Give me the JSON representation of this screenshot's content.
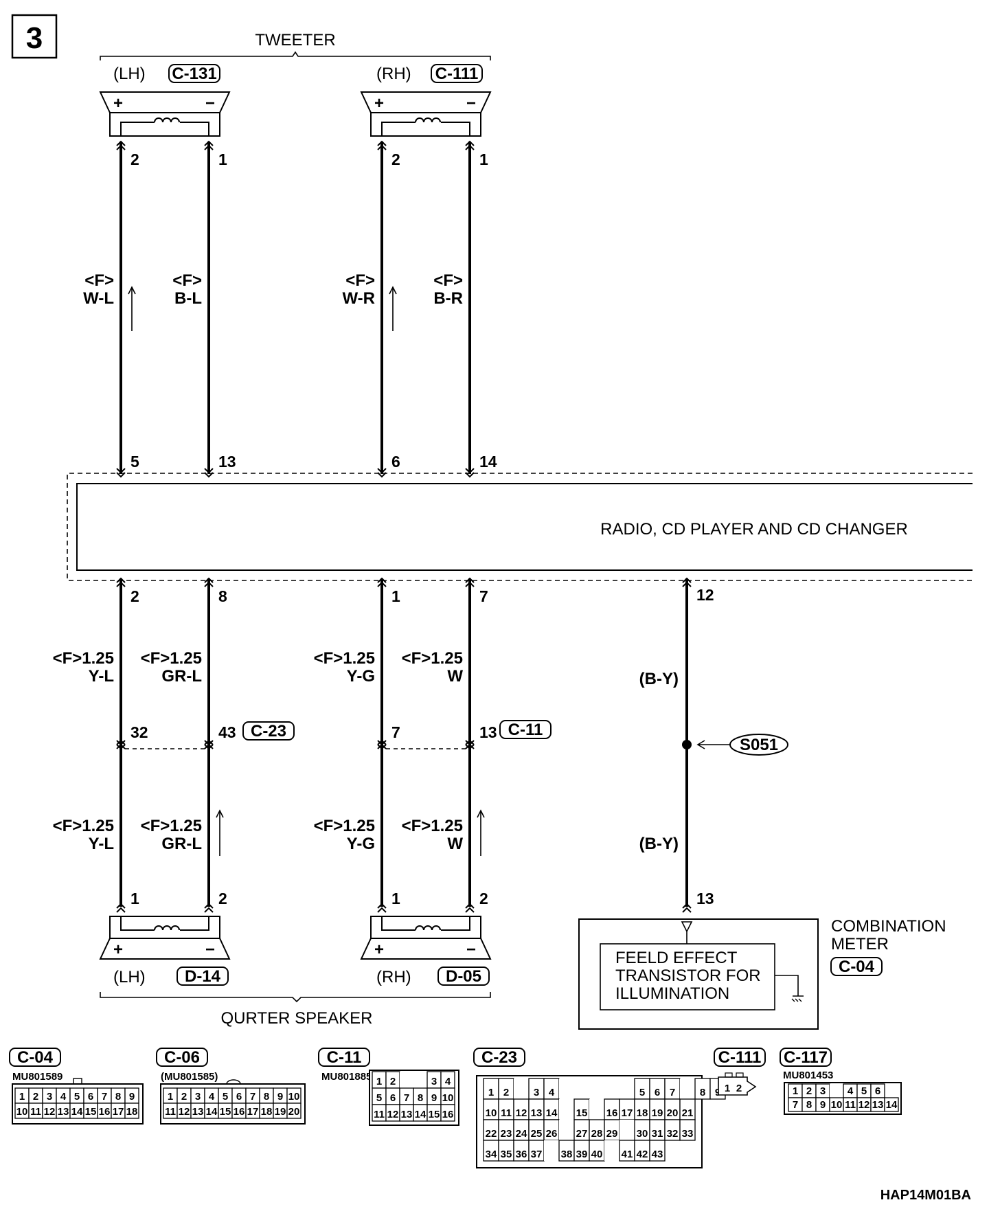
{
  "page": {
    "sheet_number": "3",
    "diagram_code": "HAP14M01BA"
  },
  "tweeter": {
    "title": "TWEETER",
    "lh": {
      "side": "(LH)",
      "connector": "C-131",
      "plus": "+",
      "minus": "−",
      "pin_plus": "2",
      "pin_minus": "1"
    },
    "rh": {
      "side": "(RH)",
      "connector": "C-111",
      "plus": "+",
      "minus": "−",
      "pin_plus": "2",
      "pin_minus": "1"
    }
  },
  "quarter_speaker": {
    "title": "QURTER SPEAKER",
    "lh": {
      "side": "(LH)",
      "connector": "D-14",
      "plus": "+",
      "minus": "−",
      "pin_plus": "1",
      "pin_minus": "2"
    },
    "rh": {
      "side": "(RH)",
      "connector": "D-05",
      "plus": "+",
      "minus": "−",
      "pin_plus": "1",
      "pin_minus": "2"
    }
  },
  "radio": {
    "label": "RADIO, CD PLAYER AND CD CHANGER",
    "top_pins": [
      "5",
      "13",
      "6",
      "14"
    ],
    "bottom_pins": [
      "2",
      "8",
      "1",
      "7",
      "12"
    ]
  },
  "upper_wires": [
    {
      "tag": "<F>",
      "color": "W-L"
    },
    {
      "tag": "<F>",
      "color": "B-L"
    },
    {
      "tag": "<F>",
      "color": "W-R"
    },
    {
      "tag": "<F>",
      "color": "B-R"
    }
  ],
  "lower_wires_top": [
    {
      "spec": "<F>1.25",
      "color": "Y-L"
    },
    {
      "spec": "<F>1.25",
      "color": "GR-L"
    },
    {
      "spec": "<F>1.25",
      "color": "Y-G"
    },
    {
      "spec": "<F>1.25",
      "color": "W"
    }
  ],
  "lower_wires_bottom": [
    {
      "spec": "<F>1.25",
      "color": "Y-L"
    },
    {
      "spec": "<F>1.25",
      "color": "GR-L"
    },
    {
      "spec": "<F>1.25",
      "color": "Y-G"
    },
    {
      "spec": "<F>1.25",
      "color": "W"
    }
  ],
  "intermediate_connectors": {
    "left": {
      "pins": [
        "32",
        "43"
      ],
      "connector": "C-23"
    },
    "right": {
      "pins": [
        "7",
        "13"
      ],
      "connector": "C-11"
    }
  },
  "illumination": {
    "wire_color_top": "(B-Y)",
    "wire_color_bottom": "(B-Y)",
    "splice": "S051",
    "meter_pin": "13",
    "meter_title": [
      "COMBINATION",
      "METER"
    ],
    "meter_connector": "C-04",
    "component_text": [
      "FEELD EFFECT",
      "TRANSISTOR FOR",
      "ILLUMINATION"
    ]
  },
  "connector_views": {
    "c04": {
      "label": "C-04",
      "part": "MU801589",
      "rows": [
        [
          "1",
          "2",
          "3",
          "4",
          "5",
          "6",
          "7",
          "8",
          "9"
        ],
        [
          "10",
          "11",
          "12",
          "13",
          "14",
          "15",
          "16",
          "17",
          "18"
        ]
      ]
    },
    "c06": {
      "label": "C-06",
      "part": "(MU801585)",
      "rows": [
        [
          "1",
          "2",
          "3",
          "4",
          "5",
          "6",
          "7",
          "8",
          "9",
          "10"
        ],
        [
          "11",
          "12",
          "13",
          "14",
          "15",
          "16",
          "17",
          "18",
          "19",
          "20"
        ]
      ]
    },
    "c11": {
      "label": "C-11",
      "part": "MU801885",
      "rows": [
        [
          "1",
          "2",
          "",
          "",
          "3",
          "4"
        ],
        [
          "5",
          "6",
          "7",
          "8",
          "9",
          "10"
        ],
        [
          "11",
          "12",
          "13",
          "14",
          "15",
          "16"
        ]
      ]
    },
    "c23": {
      "label": "C-23",
      "rows": [
        [
          "1",
          "2",
          "",
          "3",
          "4",
          "",
          "",
          "",
          "",
          "",
          "5",
          "6",
          "7",
          "",
          "8",
          "9"
        ],
        [
          "10",
          "11",
          "12",
          "13",
          "14",
          "",
          "15",
          "",
          "16",
          "17",
          "18",
          "19",
          "20",
          "21"
        ],
        [
          "22",
          "23",
          "24",
          "25",
          "26",
          "",
          "27",
          "28",
          "29",
          "",
          "30",
          "31",
          "32",
          "33"
        ],
        [
          "34",
          "35",
          "36",
          "37",
          "",
          "38",
          "39",
          "40",
          "",
          "41",
          "42",
          "43"
        ]
      ]
    },
    "c111": {
      "label": "C-111",
      "pins": [
        "1",
        "2"
      ]
    },
    "c117": {
      "label": "C-117",
      "part": "MU801453",
      "rows": [
        [
          "1",
          "2",
          "3",
          "",
          "4",
          "5",
          "6"
        ],
        [
          "7",
          "8",
          "9",
          "10",
          "11",
          "12",
          "13",
          "14"
        ]
      ]
    }
  }
}
